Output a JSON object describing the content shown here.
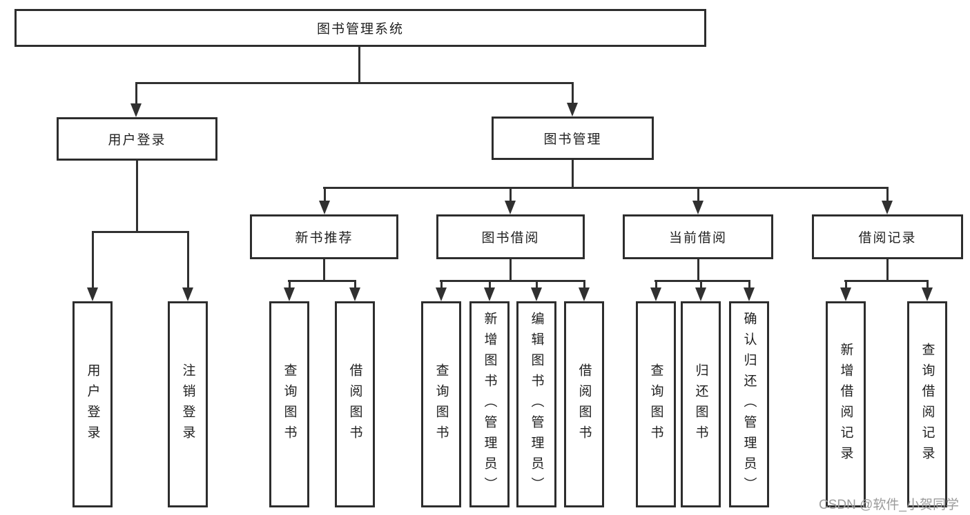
{
  "tree": {
    "root": {
      "label": "图书管理系统"
    },
    "children": [
      {
        "label": "用户登录",
        "children": [
          {
            "label": "用户登录"
          },
          {
            "label": "注销登录"
          }
        ]
      },
      {
        "label": "图书管理",
        "children": [
          {
            "label": "新书推荐",
            "children": [
              {
                "label": "查询图书"
              },
              {
                "label": "借阅图书"
              }
            ]
          },
          {
            "label": "图书借阅",
            "children": [
              {
                "label": "查询图书"
              },
              {
                "label": "新增图书（管理员）"
              },
              {
                "label": "编辑图书（管理员）"
              },
              {
                "label": "借阅图书"
              }
            ]
          },
          {
            "label": "当前借阅",
            "children": [
              {
                "label": "查询图书"
              },
              {
                "label": "归还图书"
              },
              {
                "label": "确认归还（管理员）"
              }
            ]
          },
          {
            "label": "借阅记录",
            "children": [
              {
                "label": "新增借阅记录"
              },
              {
                "label": "查询借阅记录"
              }
            ]
          }
        ]
      }
    ]
  },
  "watermark": {
    "text": "CSDN @软件_小贺同学"
  },
  "colors": {
    "line": "#303030",
    "border": "#2d2d2d",
    "text": "#1f1f1f",
    "watermark": "#9b9b9b",
    "background": "#ffffff"
  }
}
